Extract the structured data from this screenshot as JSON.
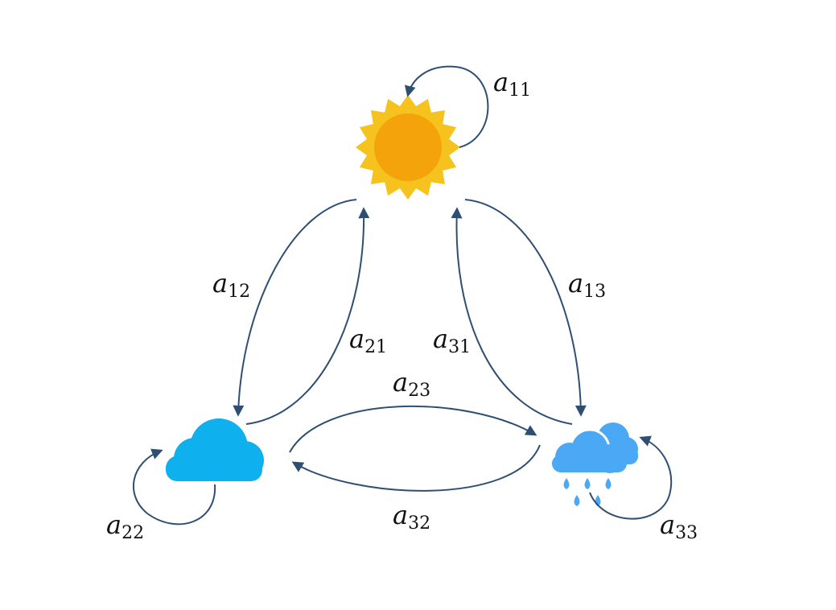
{
  "diagram": {
    "colors": {
      "arrow": "#2e4f72",
      "sun_rays": "#f5c21e",
      "sun_core": "#f5a30a",
      "cloud": "#0fb0ee",
      "rain_cloud": "#4aa8f5",
      "rain_drop": "#4aa8f5"
    },
    "states": [
      {
        "id": "sunny",
        "icon": "sun-icon"
      },
      {
        "id": "cloudy",
        "icon": "cloud-icon"
      },
      {
        "id": "rainy",
        "icon": "rain-cloud-icon"
      }
    ],
    "labels": {
      "a11": {
        "base": "a",
        "sub": "11"
      },
      "a12": {
        "base": "a",
        "sub": "12"
      },
      "a13": {
        "base": "a",
        "sub": "13"
      },
      "a21": {
        "base": "a",
        "sub": "21"
      },
      "a22": {
        "base": "a",
        "sub": "22"
      },
      "a23": {
        "base": "a",
        "sub": "23"
      },
      "a31": {
        "base": "a",
        "sub": "31"
      },
      "a32": {
        "base": "a",
        "sub": "32"
      },
      "a33": {
        "base": "a",
        "sub": "33"
      }
    }
  }
}
